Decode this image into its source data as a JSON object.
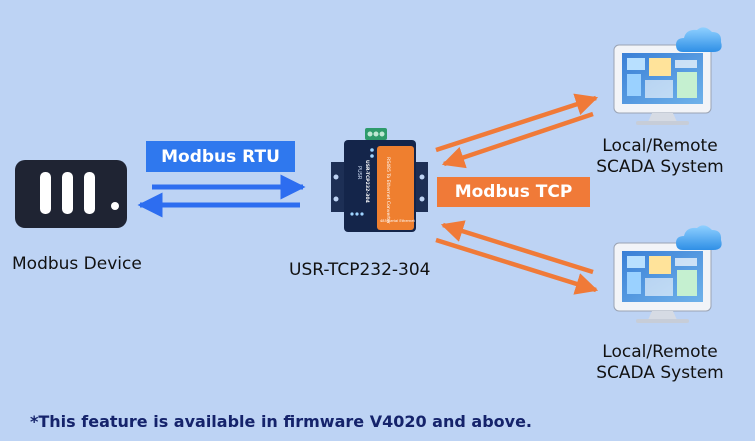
{
  "labels": {
    "modbus_device": "Modbus Device",
    "gateway_model": "USR-TCP232-304",
    "scada_top": "Local/Remote\nSCADA System",
    "scada_bottom": "Local/Remote\nSCADA System"
  },
  "protocols": {
    "rtu": "Modbus RTU",
    "tcp": "Modbus TCP"
  },
  "device_face": {
    "brand": "PUSR",
    "model": "USR-TCP232-304",
    "function": "RS485 To Ethernet Converter",
    "ports": "485/Serial  Ethernet"
  },
  "footnote": "*This feature is available in firmware V4020 and above.",
  "colors": {
    "background": "#bdd3f4",
    "rtu_arrow": "#2d6df0",
    "rtu_tag": "#2f78ee",
    "tcp_arrow": "#f07a38",
    "tcp_tag": "#f07a38",
    "footnote": "#15236b"
  }
}
